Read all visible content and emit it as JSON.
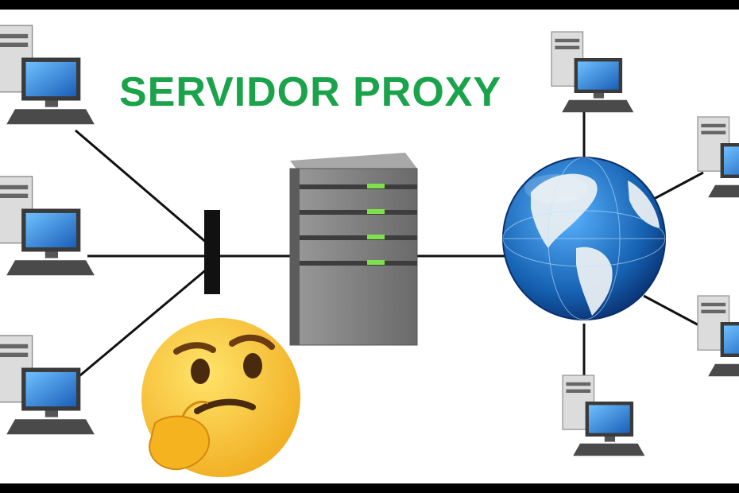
{
  "title": "SERVIDOR PROXY",
  "colors": {
    "title": "#1aa34a",
    "link": "#111111",
    "led": "#7ee04a",
    "server_body": "#7a7a7a",
    "screen": "#2f8fe0",
    "globe_ocean": "#1a6fc0",
    "land": "#e8eef2",
    "emoji": "#f7c72a"
  },
  "nodes": {
    "clients_left": [
      "computer",
      "computer",
      "computer"
    ],
    "firewall": "firewall-bar",
    "proxy": "proxy-server",
    "internet": "globe",
    "hosts_right": [
      "computer",
      "computer",
      "computer",
      "computer"
    ],
    "emoji": "thinking-face-emoji"
  }
}
